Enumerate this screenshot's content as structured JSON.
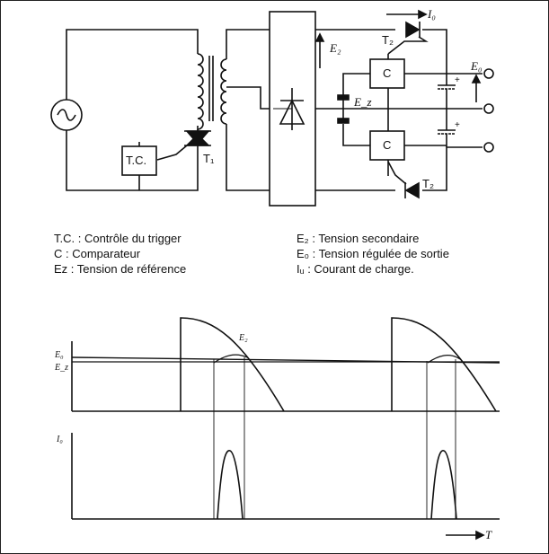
{
  "circuit": {
    "tc_box": "T.C.",
    "t1": "T₁",
    "e2": "E₂",
    "t2_top": "T₂",
    "iu": "I₀",
    "c_top": "C",
    "c_bottom": "C",
    "ez": "E_z",
    "e0": "E₀",
    "t2_bottom": "T₂"
  },
  "legend": [
    "T.C. : Contrôle du trigger",
    "C : Comparateur",
    "Eᴢ : Tension de référence",
    "E₂ : Tension secondaire",
    "E₀ : Tension régulée de sortie",
    "Iᵤ : Courant de charge."
  ],
  "plot": {
    "e0": "E₀",
    "ez": "E_z",
    "e2": "E₂",
    "iu": "I₀",
    "t": "T"
  }
}
